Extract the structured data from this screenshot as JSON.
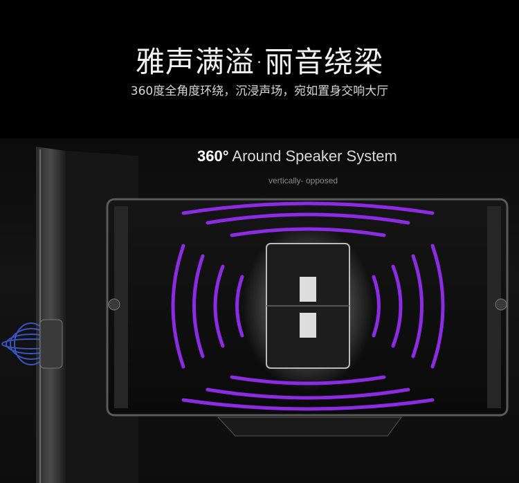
{
  "header": {
    "title": "雅声满溢·丽音绕梁",
    "subtitle": "360度全角度环绕，沉浸声场，宛如置身交响大厅"
  },
  "banner": {
    "number": "360°",
    "text": " Around Speaker System",
    "caption": "vertically- opposed"
  },
  "colors": {
    "wave": "#8b2be2",
    "blue_wave": "#3b5bd8",
    "background": "#000000"
  },
  "icons": [
    "tv-side-frame",
    "speaker-module",
    "sound-wave"
  ]
}
